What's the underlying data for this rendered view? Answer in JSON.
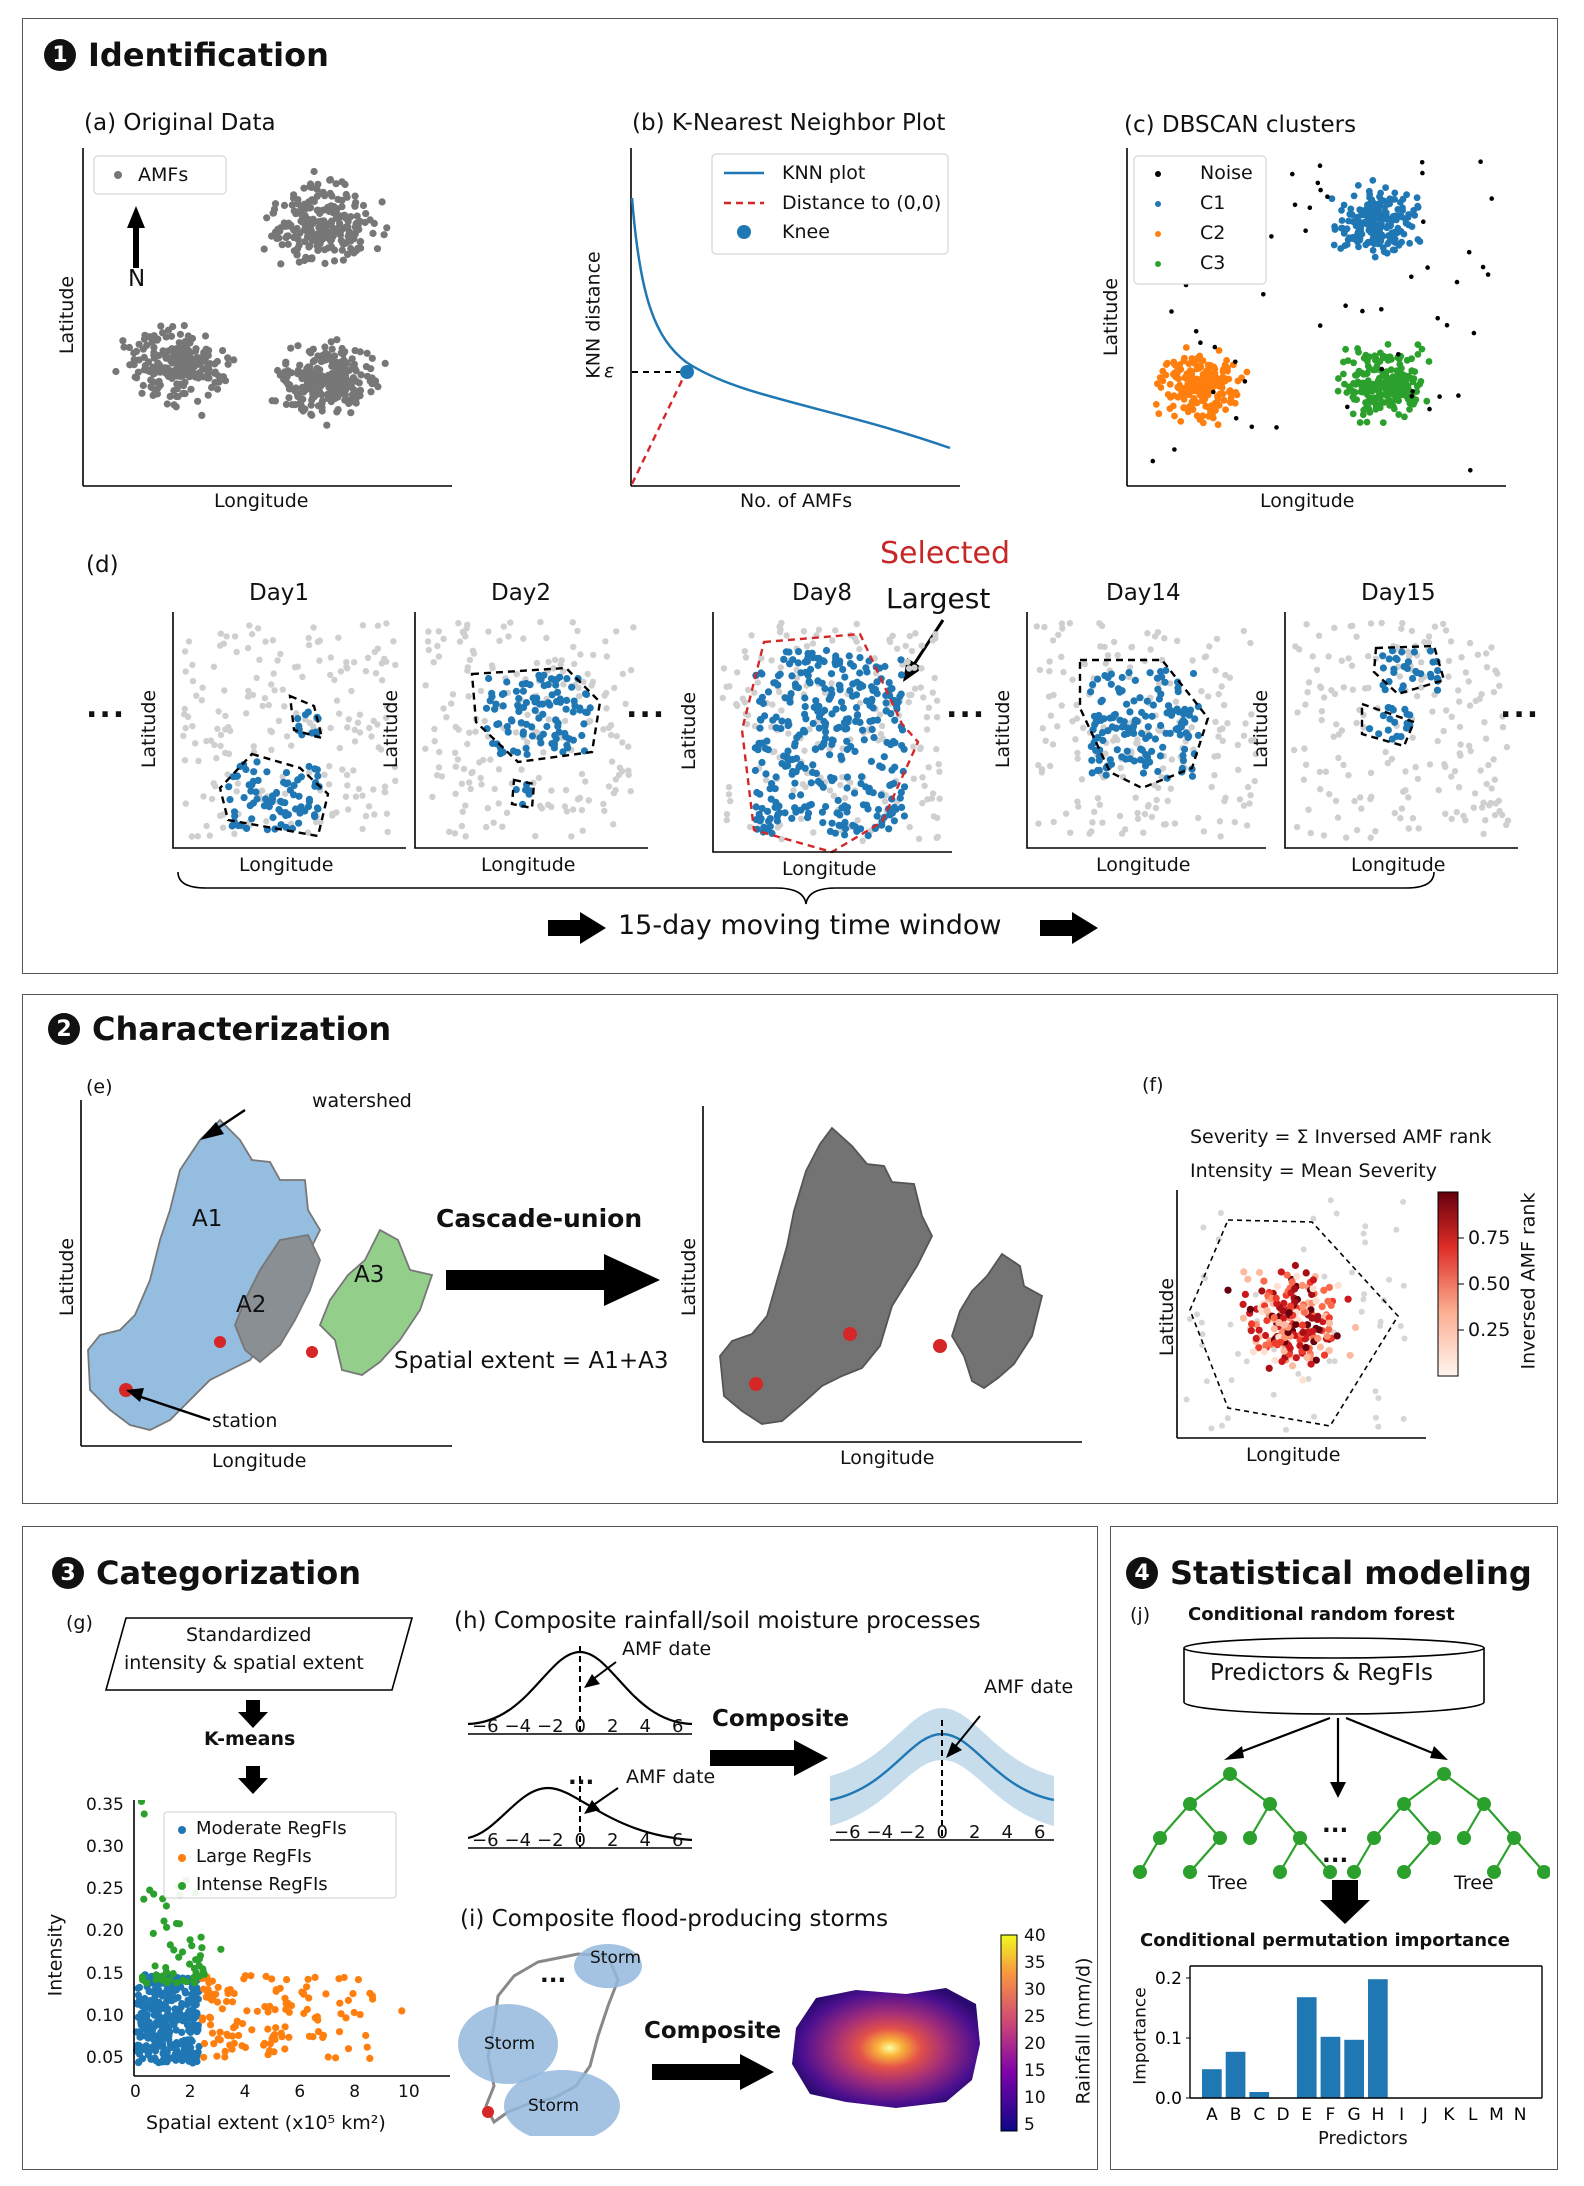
{
  "sections": {
    "s1": {
      "num": "1",
      "title": "Identification"
    },
    "s2": {
      "num": "2",
      "title": "Characterization"
    },
    "s3": {
      "num": "3",
      "title": "Categorization"
    },
    "s4": {
      "num": "4",
      "title": "Statistical modeling"
    }
  },
  "panel_a": {
    "title": "(a) Original Data",
    "legend": "AMFs",
    "north": "N",
    "xlabel": "Longitude",
    "ylabel": "Latitude"
  },
  "panel_b": {
    "title": "(b) K-Nearest Neighbor Plot",
    "legend": [
      "KNN plot",
      "Distance to (0,0)",
      "Knee"
    ],
    "xlabel": "No. of AMFs",
    "ylabel": "KNN distance",
    "eps": "ε"
  },
  "panel_c": {
    "title": "(c) DBSCAN clusters",
    "legend": [
      "Noise",
      "C1",
      "C2",
      "C3"
    ],
    "xlabel": "Longitude",
    "ylabel": "Latitude"
  },
  "panel_d": {
    "label": "(d)",
    "days": [
      "Day1",
      "Day2",
      "Day8",
      "Day14",
      "Day15"
    ],
    "selected": "Selected",
    "largest": "Largest",
    "xlabel": "Longitude",
    "ylabel": "Latitude",
    "ellipsis": "...",
    "window": "15-day moving time window"
  },
  "panel_e": {
    "label": "(e)",
    "watershed": "watershed",
    "station": "station",
    "areas": [
      "A1",
      "A2",
      "A3"
    ],
    "arrow": "Cascade-union",
    "extent": "Spatial extent = A1+A3",
    "xlabel": "Longitude",
    "ylabel": "Latitude"
  },
  "panel_f": {
    "label": "(f)",
    "line1": "Severity = Σ Inversed AMF rank",
    "line2": "Intensity = Mean Severity",
    "colorbar_label": "Inversed AMF rank",
    "ticks": [
      "0.75",
      "0.50",
      "0.25"
    ],
    "xlabel": "Longitude",
    "ylabel": "Latitude"
  },
  "panel_g": {
    "label": "(g)",
    "box": [
      "Standardized",
      "intensity & spatial extent"
    ],
    "kmeans": "K-means",
    "legend": [
      "Moderate RegFIs",
      "Large RegFIs",
      "Intense RegFIs"
    ],
    "ylabel": "Intensity",
    "xlabel": "Spatial extent (x10⁵ km²)",
    "yticks": [
      "0.35",
      "0.30",
      "0.25",
      "0.20",
      "0.15",
      "0.10",
      "0.05"
    ],
    "xticks": [
      "0",
      "2",
      "4",
      "6",
      "8",
      "10"
    ]
  },
  "panel_h": {
    "title": "(h) Composite rainfall/soil moisture processes",
    "amf": "AMF date",
    "composite": "Composite",
    "ticks": [
      "−6",
      "−4",
      "−2",
      "0",
      "2",
      "4",
      "6"
    ],
    "ellipsis": "..."
  },
  "panel_i": {
    "title": "(i) Composite flood-producing storms",
    "storm": "Storm",
    "composite": "Composite",
    "cb_label": "Rainfall (mm/d)",
    "cb_ticks": [
      "40",
      "35",
      "30",
      "25",
      "20",
      "15",
      "10",
      "5"
    ],
    "ellipsis": "..."
  },
  "panel_j": {
    "label": "(j)",
    "title": "Conditional random forest",
    "box": "Predictors & RegFIs",
    "tree": "Tree",
    "ellipsis": "...",
    "cpi": "Conditional permutation importance",
    "ylabel": "Importance",
    "xlabel": "Predictors",
    "yticks": [
      "0.2",
      "0.1",
      "0.0"
    ]
  },
  "chart_data": {
    "type": "bar",
    "categories": [
      "A",
      "B",
      "C",
      "D",
      "E",
      "F",
      "G",
      "H",
      "I",
      "J",
      "K",
      "L",
      "M",
      "N"
    ],
    "values": [
      0.048,
      0.077,
      0.01,
      0,
      0.168,
      0.102,
      0.097,
      0.198,
      0,
      0,
      0,
      0,
      0,
      0
    ],
    "xlabel": "Predictors",
    "ylabel": "Importance",
    "ylim": [
      0,
      0.22
    ],
    "colors": {
      "bar": "#1f77b4"
    }
  },
  "colors": {
    "blue": "#1f77b4",
    "orange": "#ff7f0e",
    "green": "#2ca02c",
    "grey": "#777777",
    "red": "#d62728"
  }
}
